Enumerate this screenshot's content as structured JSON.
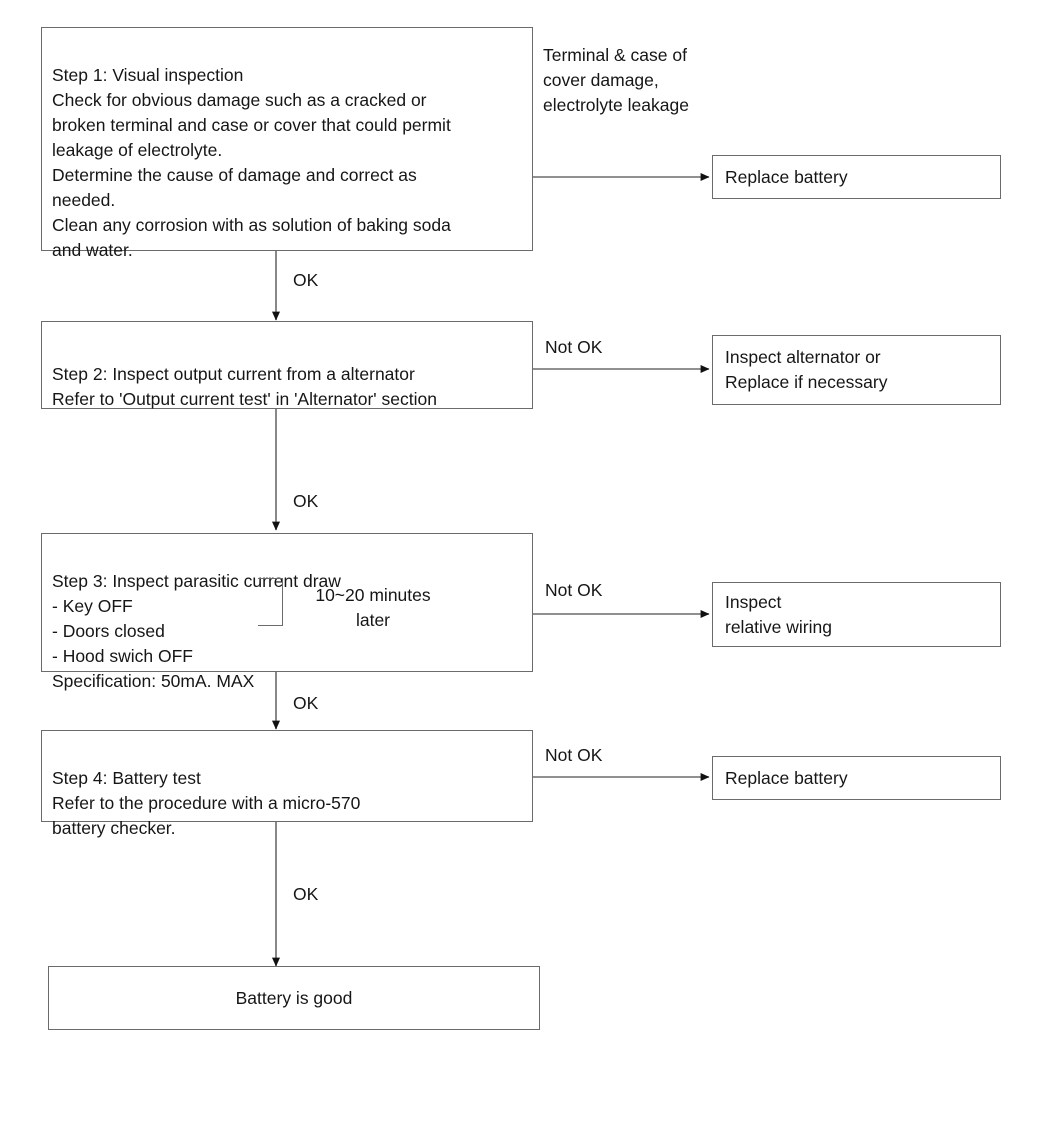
{
  "diagram": {
    "title": "Battery inspection troubleshooting flowchart",
    "line_color": "#6b6b6b",
    "text_color": "#161616",
    "background": "#ffffff"
  },
  "steps": [
    {
      "id": "step1",
      "text": "Step 1: Visual inspection\nCheck for obvious damage such as a cracked or\nbroken terminal and case or cover that could permit\nleakage of electrolyte.\nDetermine the cause of damage and correct as\nneeded.\nClean any corrosion with as solution of baking soda\nand water."
    },
    {
      "id": "step2",
      "text": "Step 2: Inspect output current from a alternator\nRefer to 'Output current test' in 'Alternator' section"
    },
    {
      "id": "step3",
      "text": " Step 3: Inspect parasitic current draw\n  - Key OFF\n  - Doors closed\n  - Hood swich OFF\n    Specification: 50mA. MAX"
    },
    {
      "id": "step4",
      "text": "Step 4: Battery test\nRefer to the procedure with a micro-570\nbattery checker."
    }
  ],
  "outcomes": [
    {
      "id": "outcome1",
      "text": "Replace battery"
    },
    {
      "id": "outcome2",
      "text": "Inspect alternator or\nReplace if necessary"
    },
    {
      "id": "outcome3",
      "text": "Inspect\nrelative wiring"
    },
    {
      "id": "outcome4",
      "text": "Replace battery"
    }
  ],
  "terminal": {
    "id": "battery-good",
    "text": "Battery is good"
  },
  "annotations": {
    "fail_condition_1": "Terminal  &  case of\ncover damage,\nelectrolyte leakage",
    "timer_note": "10~20 minutes\nlater"
  },
  "edge_labels": {
    "ok_1": "OK",
    "ok_2": "OK",
    "ok_3": "OK",
    "ok_4": "OK",
    "not_ok_2": "Not OK",
    "not_ok_3": "Not OK",
    "not_ok_4": "Not OK"
  }
}
